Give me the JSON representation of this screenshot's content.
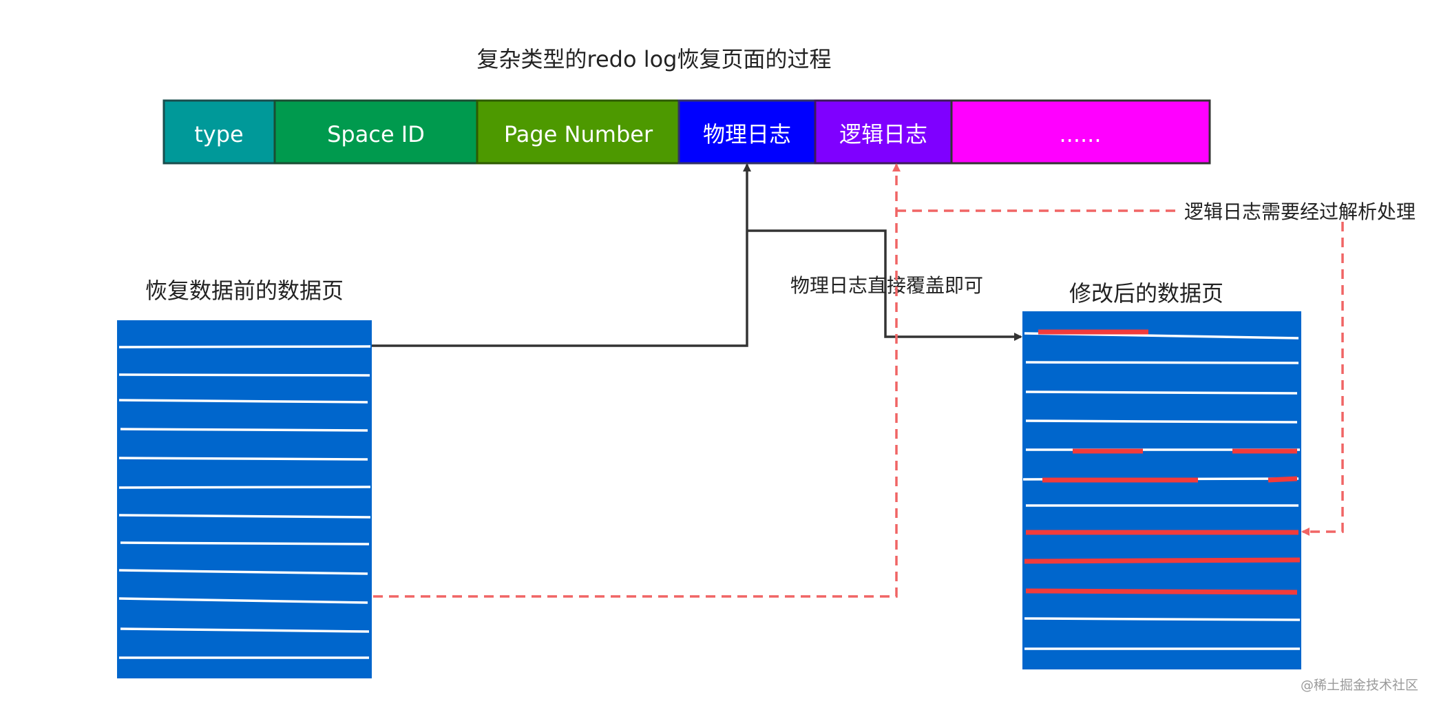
{
  "title": "复杂类型的redo log恢复页面的过程",
  "record": {
    "fields": [
      {
        "label": "type",
        "color": "#009999"
      },
      {
        "label": "Space ID",
        "color": "#009A4E"
      },
      {
        "label": "Page Number",
        "color": "#4D9900"
      },
      {
        "label": "物理日志",
        "color": "#0000FF"
      },
      {
        "label": "逻辑日志",
        "color": "#7F00FF"
      },
      {
        "label": "......",
        "color": "#FF00FF"
      }
    ]
  },
  "pages": {
    "before": {
      "label": "恢复数据前的数据页",
      "color": "#0066CC"
    },
    "after": {
      "label": "修改后的数据页",
      "color": "#0066CC"
    }
  },
  "annotations": {
    "physical": "物理日志直接覆盖即可",
    "logical": "逻辑日志需要经过解析处理"
  },
  "colors": {
    "solid_arrow": "#333333",
    "dashed_arrow": "#F06565",
    "highlight": "#F23B3B",
    "page_line": "#FFFFFF"
  },
  "watermark": "@稀土掘金技术社区"
}
